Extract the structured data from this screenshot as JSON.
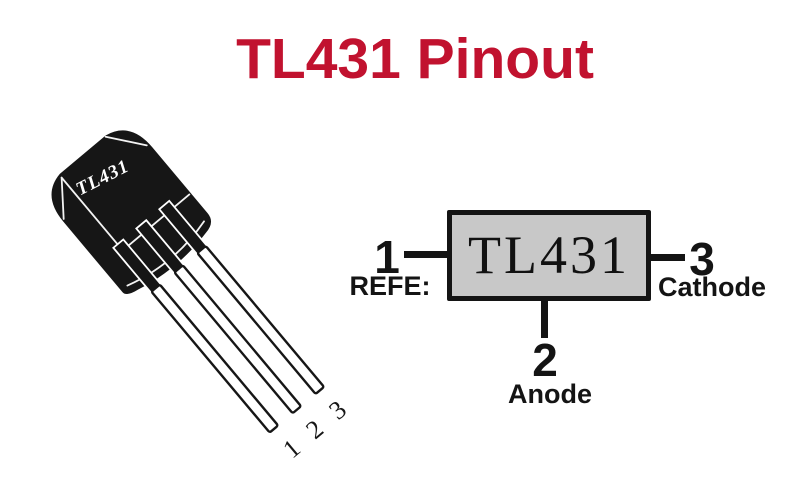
{
  "title": {
    "text": "TL431 Pinout"
  },
  "colors": {
    "title_red": "#c1122f",
    "box_fill": "#c8c8c8",
    "ink_black": "#141414",
    "background": "#ffffff"
  },
  "package": {
    "body_label": "TL431",
    "pin_numbers": [
      "1",
      "2",
      "3"
    ]
  },
  "schematic": {
    "chip_label": "TL431",
    "pin1": {
      "number": "1",
      "label": "REFE:"
    },
    "pin2": {
      "number": "2",
      "label": "Anode"
    },
    "pin3": {
      "number": "3",
      "label": "Cathode"
    }
  }
}
